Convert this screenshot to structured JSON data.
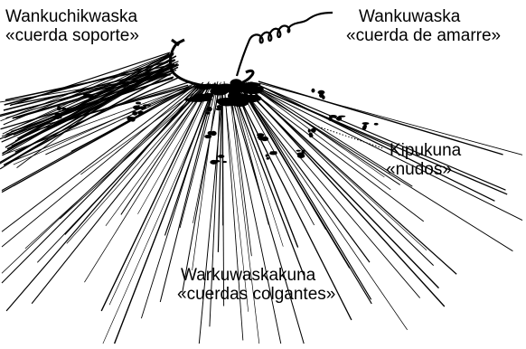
{
  "labels": {
    "main_cord": {
      "name": "Wankuchikwaska",
      "gloss": "«cuerda soporte»"
    },
    "top_cord": {
      "name": "Wankuwaska",
      "gloss": "«cuerda de amarre»"
    },
    "knots": {
      "name": "Kipukuna",
      "gloss": "«nudos»"
    },
    "pendants": {
      "name": "Warkuwaskakuna",
      "gloss": "«cuerdas colgantes»"
    }
  },
  "colors": {
    "ink": "#000000",
    "background": "#ffffff"
  }
}
